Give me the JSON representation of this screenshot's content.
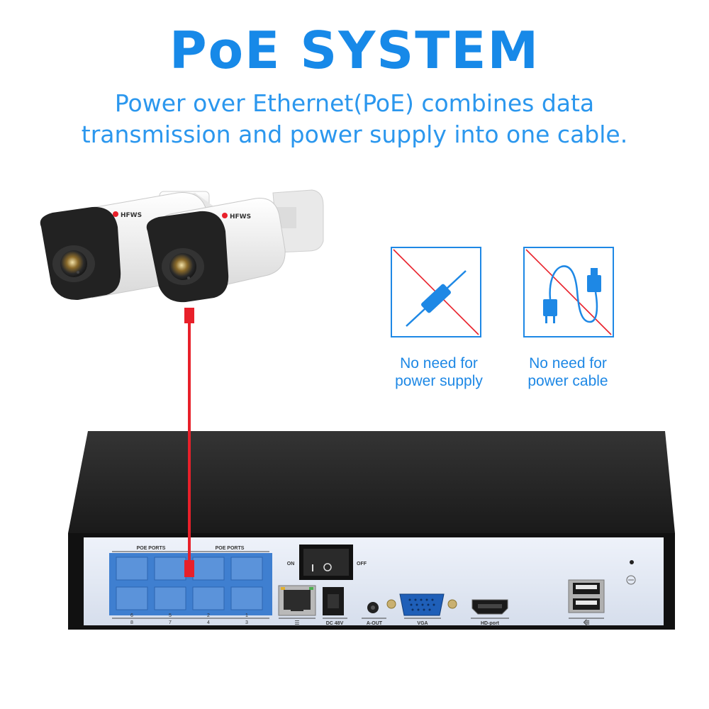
{
  "header": {
    "title": "PoE SYSTEM",
    "subtitle_line1": "Power over Ethernet(PoE) combines data",
    "subtitle_line2": "transmission and power supply into one cable."
  },
  "features": [
    {
      "icon": "no-power-supply-icon",
      "line1": "No need for",
      "line2": "power supply"
    },
    {
      "icon": "no-power-cable-icon",
      "line1": "No need for",
      "line2": "power cable"
    }
  ],
  "cameras": {
    "brand": "HFWS",
    "count": 2
  },
  "nvr": {
    "poe_label_left": "POE PORTS",
    "poe_label_right": "POE PORTS",
    "port_numbers_top": [
      "6",
      "5",
      "2",
      "1"
    ],
    "port_numbers_bottom": [
      "8",
      "7",
      "4",
      "3"
    ],
    "switch_on": "ON",
    "switch_off": "OFF",
    "dc_label": "DC 48V",
    "aout_label": "A-OUT",
    "vga_label": "VGA",
    "hd_label": "HD-port",
    "lan_symbol": "☰",
    "usb_symbol": "⭅"
  },
  "colors": {
    "brand_blue": "#1789e8",
    "connection_red": "#e8202a",
    "poe_port_blue": "#3f7fd0",
    "nvr_body": "#1e1e1e"
  }
}
